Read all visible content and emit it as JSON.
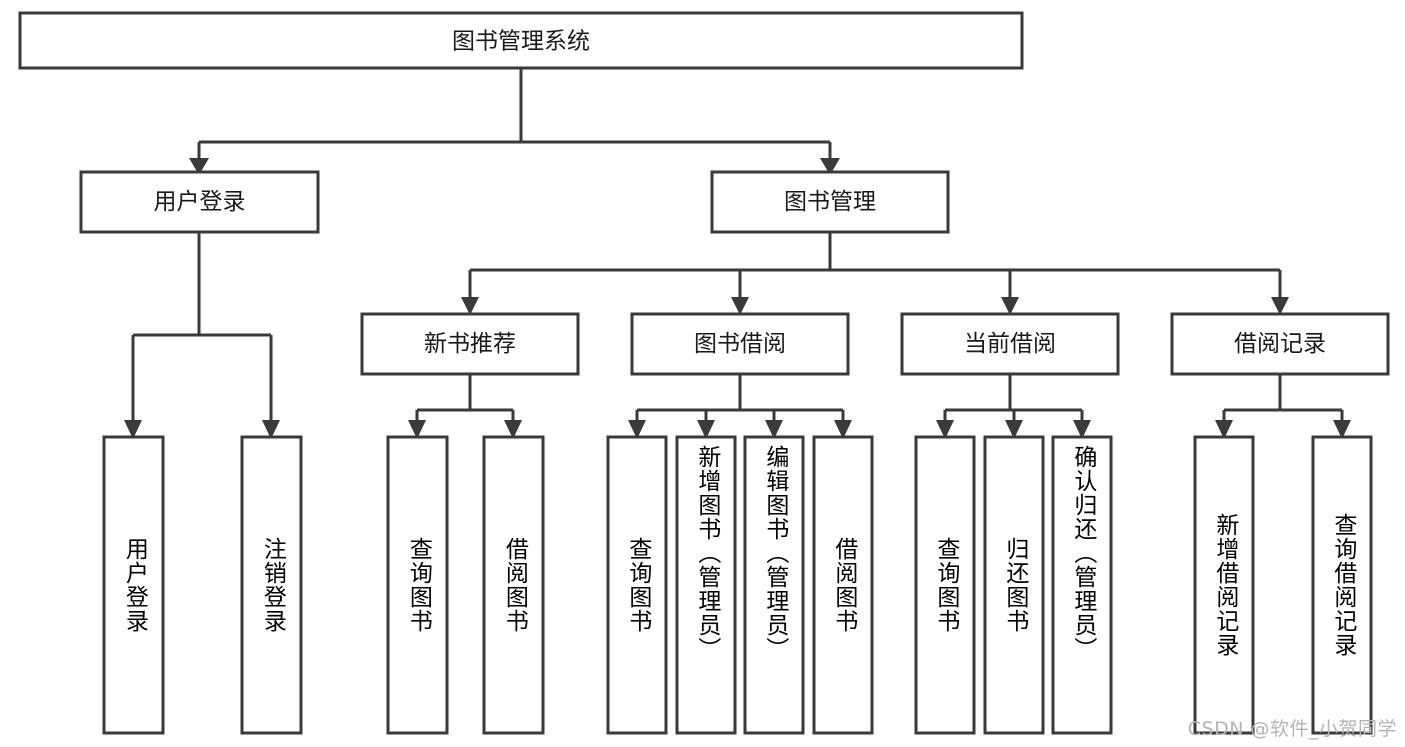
{
  "diagram": {
    "title": "图书管理系统",
    "watermark": "CSDN @软件_小贺同学",
    "colors": {
      "background": "#ffffff",
      "stroke": "#3a3a3a",
      "text": "#1a1a1a",
      "watermark": "#b4b4b4"
    },
    "levels": {
      "root_label": "图书管理系统",
      "level2": [
        {
          "label": "用户登录"
        },
        {
          "label": "图书管理"
        }
      ],
      "level3": [
        {
          "label": "新书推荐"
        },
        {
          "label": "图书借阅"
        },
        {
          "label": "当前借阅"
        },
        {
          "label": "借阅记录"
        }
      ]
    },
    "groups": [
      {
        "parent": "用户登录",
        "leaves": [
          {
            "label": "用户登录"
          },
          {
            "label": "注销登录"
          }
        ]
      },
      {
        "parent": "新书推荐",
        "leaves": [
          {
            "label": "查询图书"
          },
          {
            "label": "借阅图书"
          }
        ]
      },
      {
        "parent": "图书借阅",
        "leaves": [
          {
            "label": "查询图书"
          },
          {
            "label": "新增图书（管理员）"
          },
          {
            "label": "编辑图书（管理员）"
          },
          {
            "label": "借阅图书"
          }
        ]
      },
      {
        "parent": "当前借阅",
        "leaves": [
          {
            "label": "查询图书"
          },
          {
            "label": "归还图书"
          },
          {
            "label": "确认归还（管理员）"
          }
        ]
      },
      {
        "parent": "借阅记录",
        "leaves": [
          {
            "label": "新增借阅记录"
          },
          {
            "label": "查询借阅记录"
          }
        ]
      }
    ]
  },
  "chart_data": {
    "type": "tree-diagram",
    "title": "图书管理系统",
    "orientation": "top-down",
    "nodes": [
      {
        "id": "n0",
        "label": "图书管理系统",
        "level": 1,
        "parent": null
      },
      {
        "id": "n1",
        "label": "用户登录",
        "level": 2,
        "parent": "n0"
      },
      {
        "id": "n2",
        "label": "图书管理",
        "level": 2,
        "parent": "n0"
      },
      {
        "id": "n3",
        "label": "用户登录",
        "level": 3,
        "parent": "n1"
      },
      {
        "id": "n4",
        "label": "注销登录",
        "level": 3,
        "parent": "n1"
      },
      {
        "id": "n5",
        "label": "新书推荐",
        "level": 3,
        "parent": "n2"
      },
      {
        "id": "n6",
        "label": "图书借阅",
        "level": 3,
        "parent": "n2"
      },
      {
        "id": "n7",
        "label": "当前借阅",
        "level": 3,
        "parent": "n2"
      },
      {
        "id": "n8",
        "label": "借阅记录",
        "level": 3,
        "parent": "n2"
      },
      {
        "id": "n9",
        "label": "查询图书",
        "level": 4,
        "parent": "n5"
      },
      {
        "id": "n10",
        "label": "借阅图书",
        "level": 4,
        "parent": "n5"
      },
      {
        "id": "n11",
        "label": "查询图书",
        "level": 4,
        "parent": "n6"
      },
      {
        "id": "n12",
        "label": "新增图书（管理员）",
        "level": 4,
        "parent": "n6"
      },
      {
        "id": "n13",
        "label": "编辑图书（管理员）",
        "level": 4,
        "parent": "n6"
      },
      {
        "id": "n14",
        "label": "借阅图书",
        "level": 4,
        "parent": "n6"
      },
      {
        "id": "n15",
        "label": "查询图书",
        "level": 4,
        "parent": "n7"
      },
      {
        "id": "n16",
        "label": "归还图书",
        "level": 4,
        "parent": "n7"
      },
      {
        "id": "n17",
        "label": "确认归还（管理员）",
        "level": 4,
        "parent": "n7"
      },
      {
        "id": "n18",
        "label": "新增借阅记录",
        "level": 4,
        "parent": "n8"
      },
      {
        "id": "n19",
        "label": "查询借阅记录",
        "level": 4,
        "parent": "n8"
      }
    ]
  }
}
